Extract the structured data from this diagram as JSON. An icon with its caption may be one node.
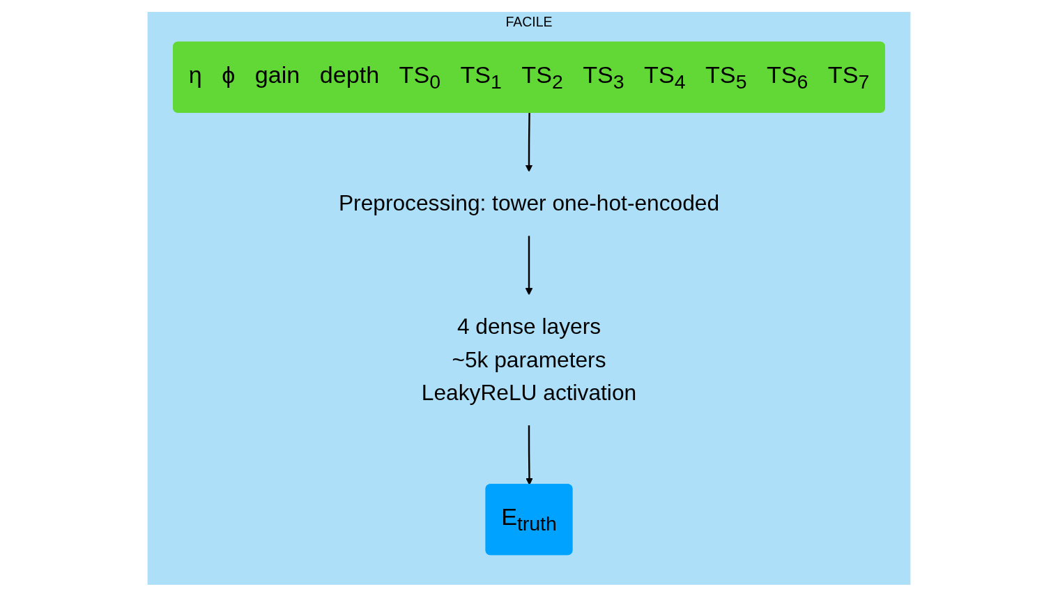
{
  "diagram": {
    "nodes": [
      {
        "text": [
          "FACILE"
        ]
      },
      {
        "text": [
          "η",
          "ϕ",
          "gain",
          "depth",
          "TS$_{0}$",
          "TS$_{1}$",
          "TS$_{2}$",
          "TS$_{3}$",
          "TS$_{4}$",
          "TS$_{5}$",
          "TS$_{6}$",
          "TS$_{7}$"
        ],
        "in": 0
      },
      {
        "text": [
          "Preprocessing: tower one-hot-encoded"
        ],
        "in": 0
      },
      {
        "text": [
          "4 dense layers",
          "~5k parameters",
          "LeakyReLU activation"
        ],
        "in": 0
      },
      {
        "text": [
          "E$_{truth}$"
        ],
        "in": 0
      }
    ],
    "edges": [
      {
        "from": 1,
        "to": 2,
        "arrow": "to"
      },
      {
        "from": 2,
        "to": 3,
        "arrow": "to"
      },
      {
        "from": 3,
        "to": 4,
        "arrow": "to"
      }
    ]
  }
}
